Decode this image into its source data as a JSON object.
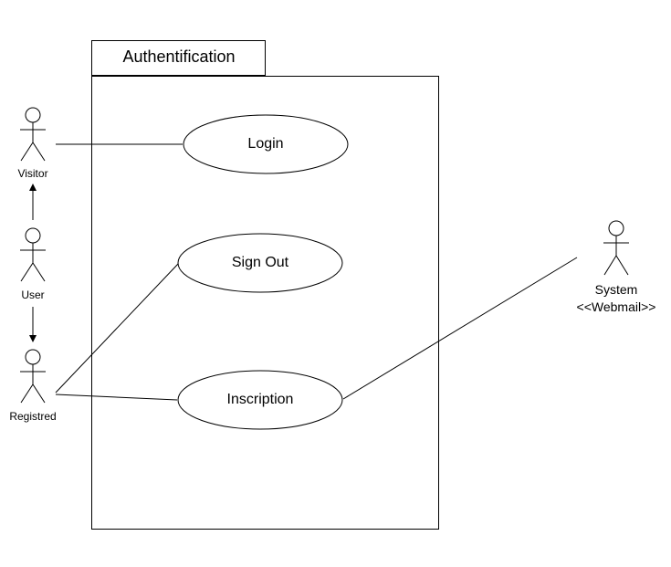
{
  "diagram": {
    "package": {
      "title": "Authentification"
    },
    "use_cases": {
      "login": "Login",
      "sign_out": "Sign Out",
      "inscription": "Inscription"
    },
    "actors": {
      "visitor": "Visitor",
      "user": "User",
      "registred": "Registred",
      "system_name": "System",
      "system_stereotype": "<<Webmail>>"
    }
  }
}
